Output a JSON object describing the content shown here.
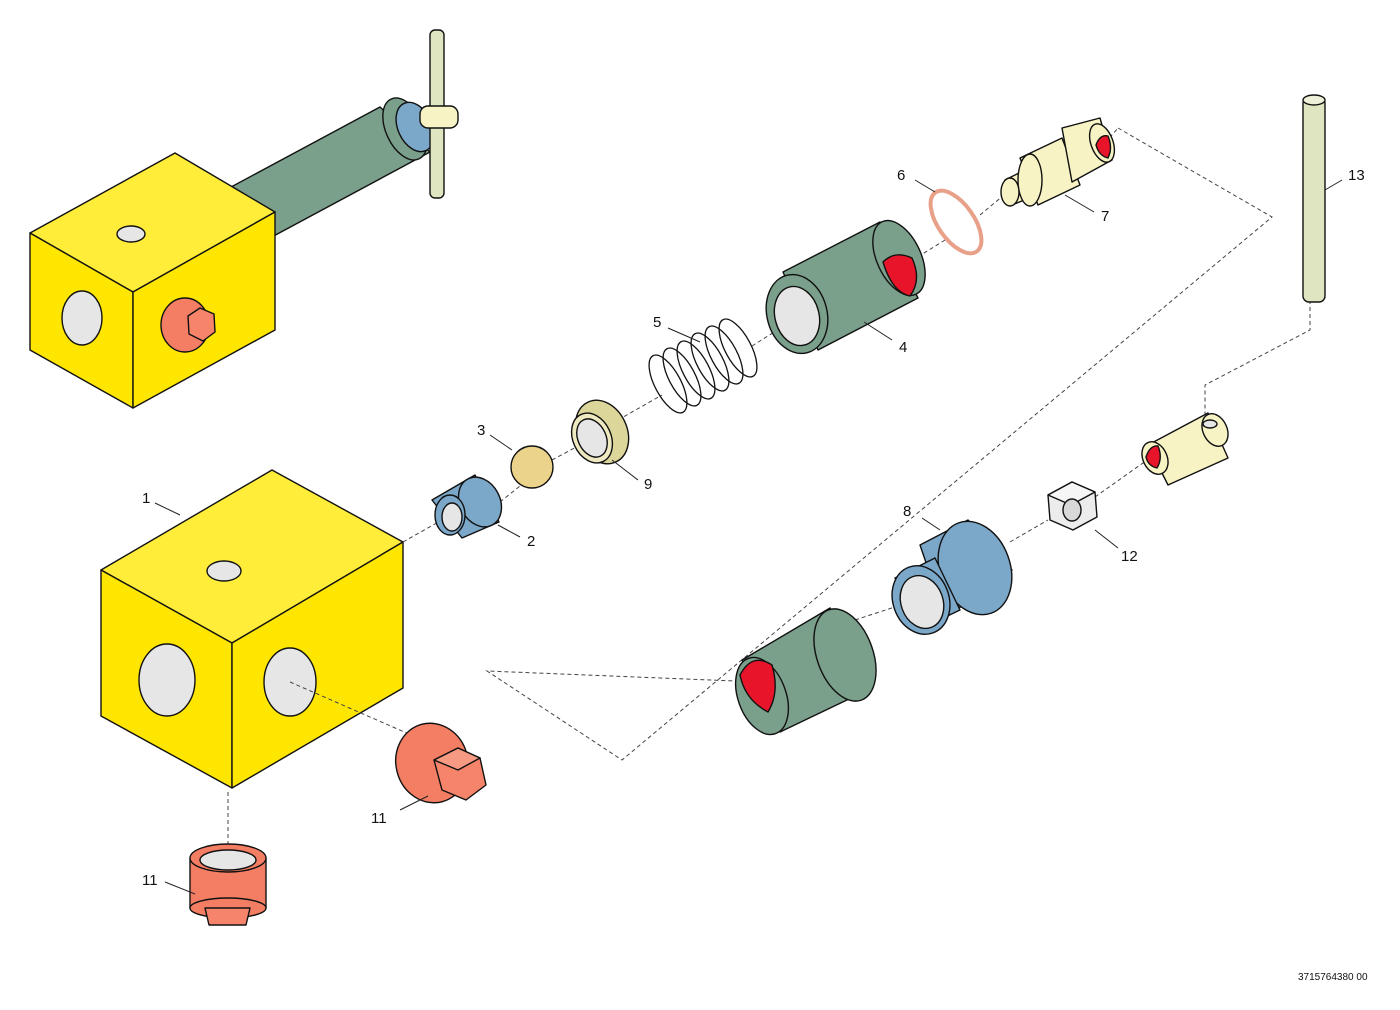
{
  "labels": {
    "p1": "1",
    "p2": "2",
    "p3": "3",
    "p4": "4",
    "p5": "5",
    "p6": "6",
    "p7": "7",
    "p8": "8",
    "p9": "9",
    "p11a": "11",
    "p11b": "11",
    "p12": "12",
    "p13": "13"
  },
  "reference_number": "3715764380 00",
  "colors": {
    "block_yellow": "#ffe600",
    "green": "#7a9f8a",
    "blue": "#7ba7c9",
    "salmon": "#f47e64",
    "cream": "#f7f3c4",
    "tan": "#ecd38c",
    "olive": "#ddd69a",
    "red": "#e8142a",
    "copper": "#e8a088",
    "hole": "#e6e6e6"
  }
}
